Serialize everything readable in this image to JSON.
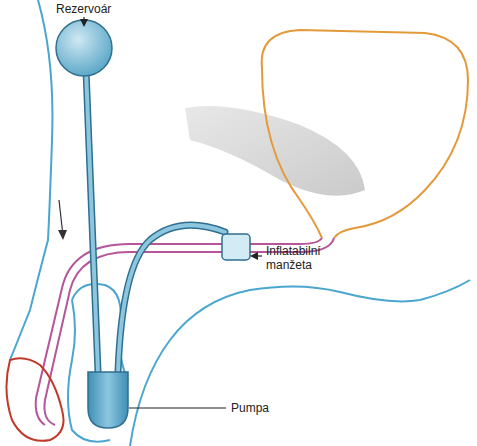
{
  "diagram": {
    "labels": [
      "Rezervoár",
      "Inflatabilní manžeta",
      "Pumpa"
    ]
  }
}
